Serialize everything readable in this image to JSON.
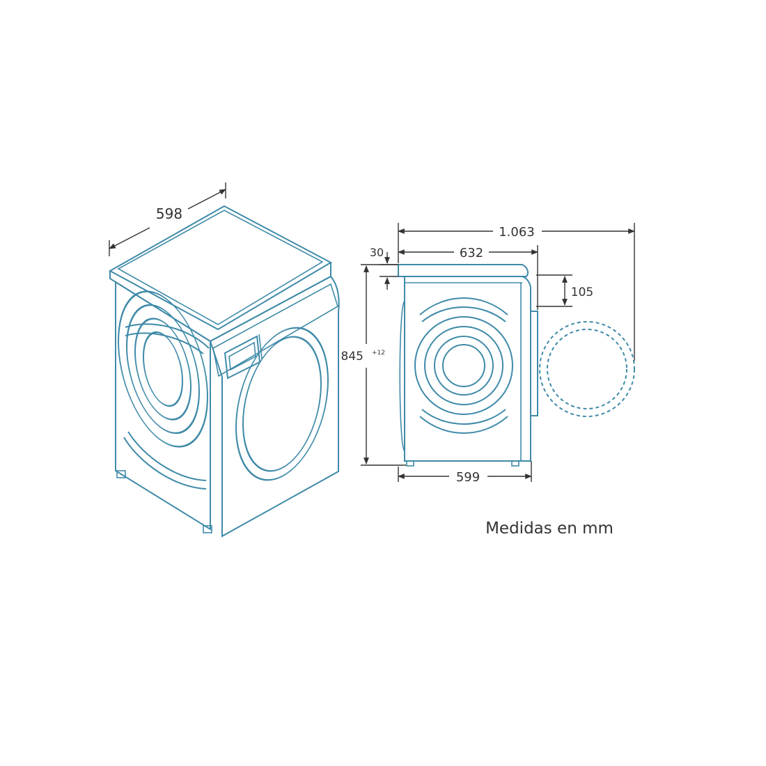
{
  "colors": {
    "outline": "#3f8aa8",
    "dimension": "#333333",
    "background": "#ffffff"
  },
  "dimensions": {
    "width": "598",
    "total_depth_open": "1.063",
    "depth": "632",
    "top_offset": "30",
    "door_offset": "105",
    "height": "845",
    "height_tolerance": "+12",
    "base_depth": "599"
  },
  "caption": "Medidas en mm"
}
